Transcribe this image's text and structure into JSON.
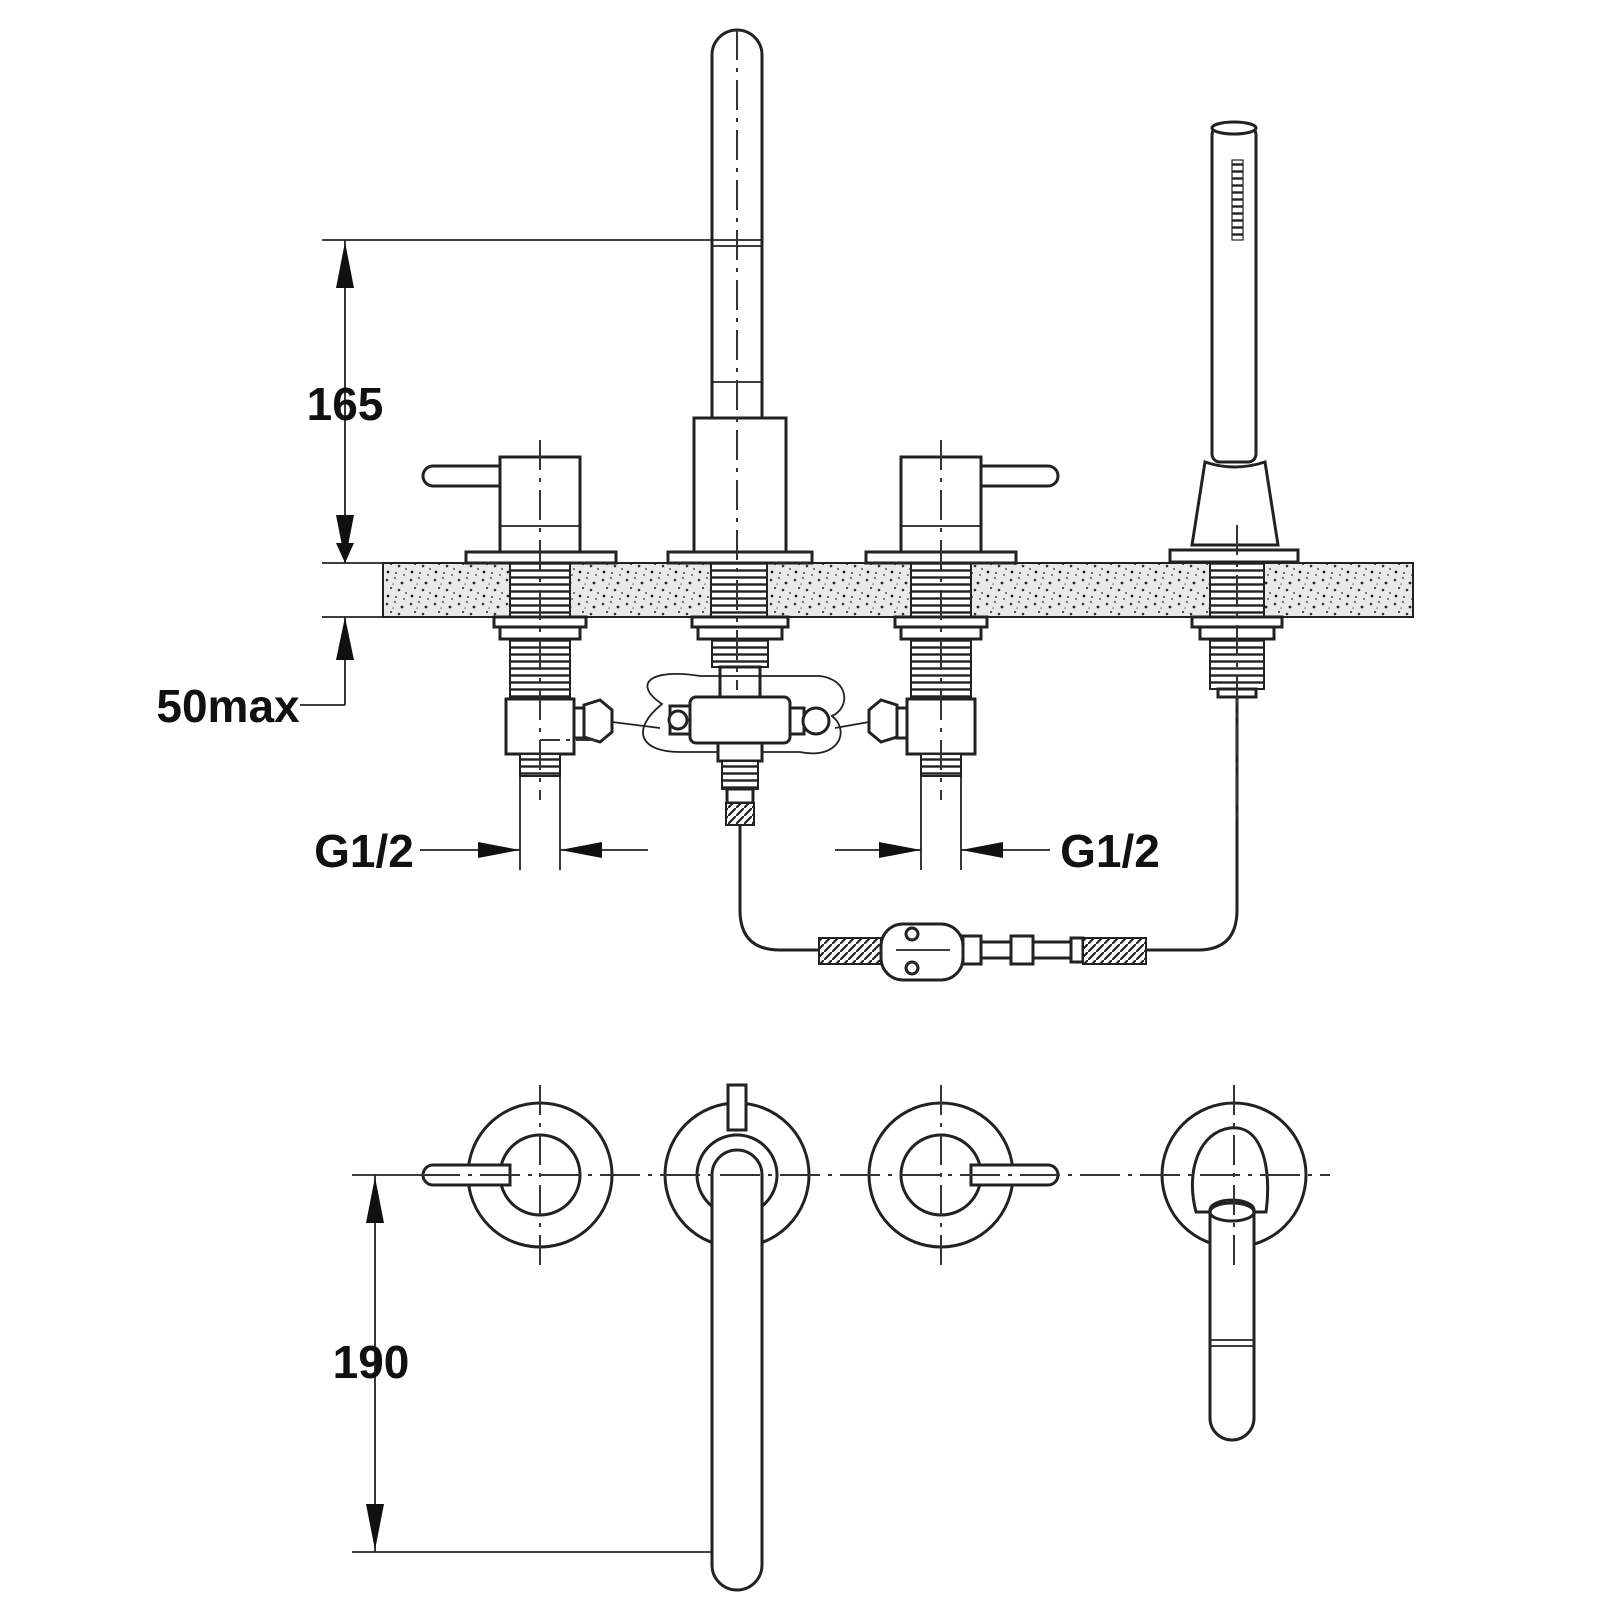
{
  "dimensions": {
    "spout_height": "165",
    "deck_thickness": "50max",
    "thread_left": "G1/2",
    "thread_right": "G1/2",
    "spout_projection": "190"
  },
  "components": {
    "elevation": [
      "left-lever-valve",
      "spout",
      "right-lever-valve",
      "shower-handset"
    ],
    "plan": [
      "left-valve-rosette",
      "spout-rosette",
      "right-valve-rosette",
      "handset-rosette"
    ]
  },
  "colors": {
    "line": "#222222",
    "background": "#ffffff"
  }
}
